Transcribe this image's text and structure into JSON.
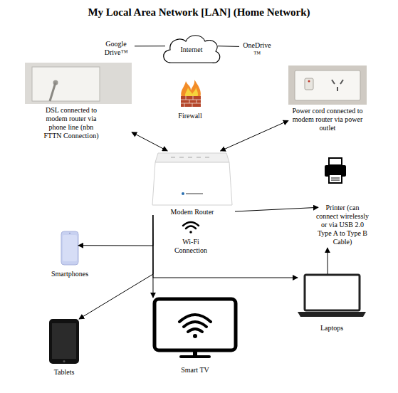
{
  "diagram": {
    "title": "My Local Area Network [LAN] (Home Network)",
    "nodes": [
      {
        "text": [
          "Google Drive™"
        ]
      },
      {
        "text": [
          "Internet"
        ]
      },
      {
        "text": [
          "OneDrive ™"
        ]
      },
      {
        "text": [
          "DSL connected to modem router via phone line (nbn FTTN Connection)"
        ]
      },
      {
        "text": [
          "Power cord connected to modem router via power outlet"
        ]
      },
      {
        "text": [
          "Modem Router"
        ]
      },
      {
        "text": [
          "Printer (can connect wirelessly or via USB 2.0 Type A to Type B Cable)"
        ]
      },
      {
        "text": [
          "Smartphones"
        ]
      },
      {
        "text": [
          "Laptops"
        ]
      },
      {
        "text": [
          "Smart TV"
        ]
      },
      {
        "text": [
          "Tablets"
        ]
      }
    ],
    "edges": [
      {
        "from": 0,
        "to": 1,
        "arrow": "none"
      },
      {
        "from": 1,
        "to": 2,
        "arrow": "none"
      },
      {
        "from": 3,
        "to": 5,
        "arrow": "both"
      },
      {
        "from": 4,
        "to": 5,
        "arrow": "both"
      },
      {
        "from": 5,
        "to": 6,
        "arrow": "to"
      },
      {
        "from": 5,
        "to": 7,
        "arrow": "to"
      },
      {
        "from": 5,
        "to": 8,
        "arrow": "to"
      },
      {
        "from": 5,
        "to": 9,
        "arrow": "to"
      },
      {
        "from": 5,
        "to": 10,
        "arrow": "to"
      },
      {
        "from": 8,
        "to": 6,
        "arrow": "to"
      }
    ],
    "labels": [
      "Firewall",
      "Wi-Fi Connection"
    ]
  }
}
